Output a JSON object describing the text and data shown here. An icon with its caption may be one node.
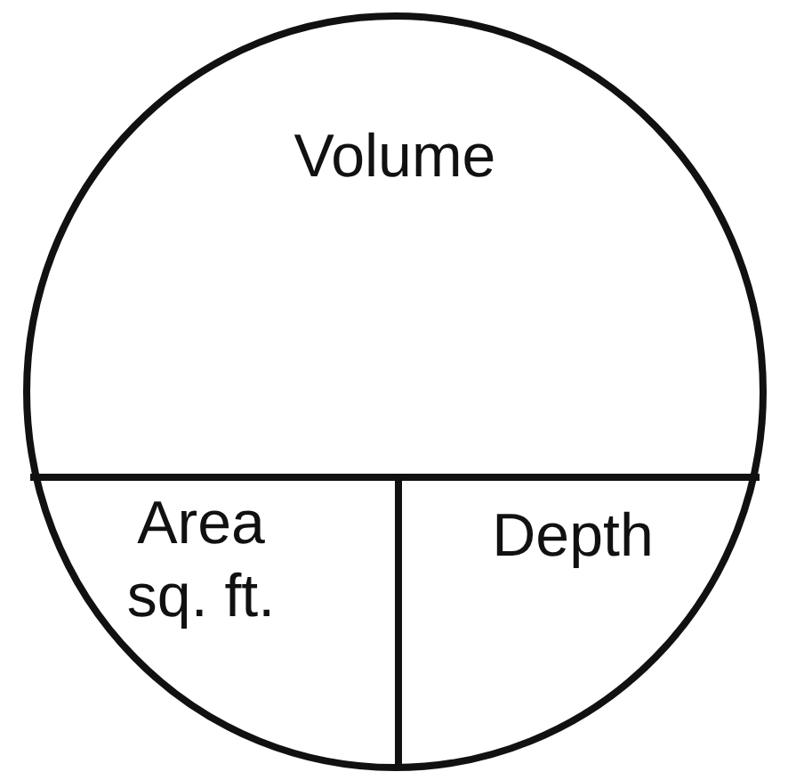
{
  "diagram": {
    "nodes": [
      {
        "text": [],
        "shape": "circle"
      },
      {
        "text": [
          "Volume"
        ],
        "in": 0
      },
      {
        "text": [
          "Area sq. ft."
        ],
        "in": 0
      },
      {
        "text": [
          "Depth"
        ],
        "in": 0
      }
    ]
  }
}
